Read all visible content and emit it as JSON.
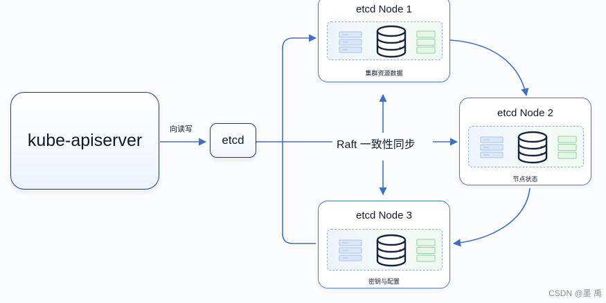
{
  "diagram": {
    "apiserver_label": "kube-apiserver",
    "etcd_label": "etcd",
    "read_write_label": "向读写",
    "raft_label": "Raft 一致性同步",
    "nodes": [
      {
        "title": "etcd Node 1",
        "caption": "集群资源数据"
      },
      {
        "title": "etcd Node 2",
        "caption": "节点状态"
      },
      {
        "title": "etcd Node 3",
        "caption": "密钥与配置"
      }
    ],
    "colors": {
      "arrow": "#3f6fc4",
      "node_border": "#4e79c3",
      "dark_border": "#1f3a6e",
      "server_icon": "#a9c3ea",
      "list_icon": "#8fd39e",
      "database_icon": "#16233b"
    },
    "icons": [
      "server-rack-icon",
      "database-icon",
      "list-stack-icon"
    ]
  },
  "watermark": "CSDN @墨 禹"
}
